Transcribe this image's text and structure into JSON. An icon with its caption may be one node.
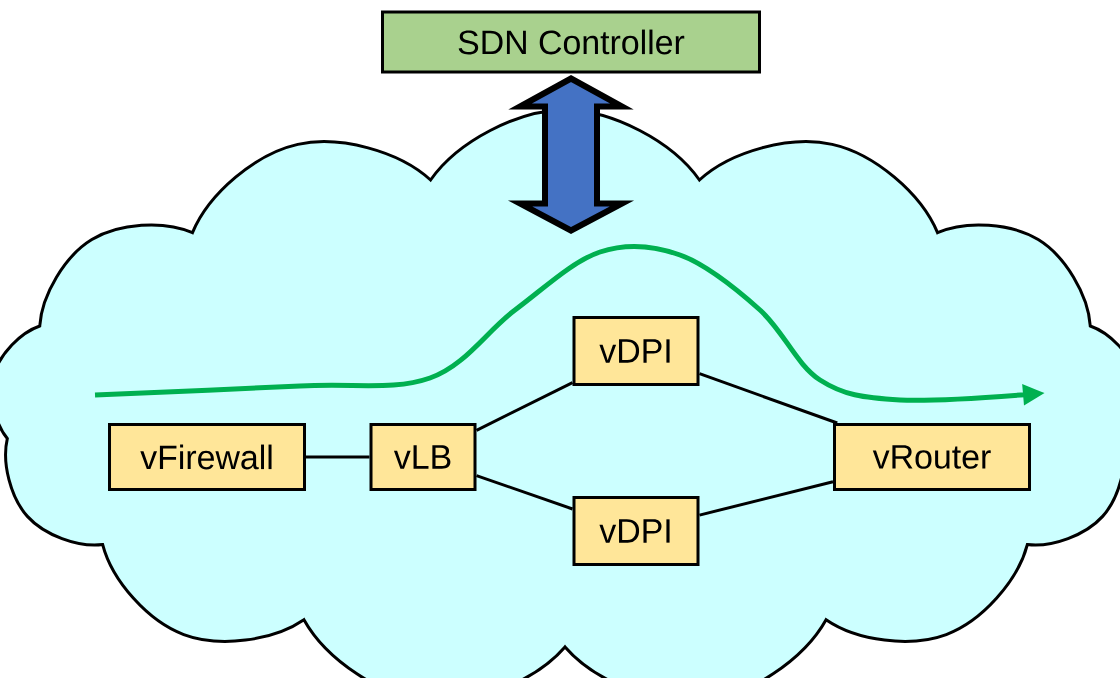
{
  "diagram": {
    "nodes": [
      {
        "text": [
          "SDN Controller"
        ]
      },
      {
        "text": [],
        "shape": "cloud"
      },
      {
        "text": [
          "vFirewall"
        ],
        "in": 1
      },
      {
        "text": [
          "vLB"
        ],
        "in": 1
      },
      {
        "text": [
          "vDPI"
        ],
        "in": 1
      },
      {
        "text": [
          "vDPI"
        ],
        "in": 1
      },
      {
        "text": [
          "vRouter"
        ],
        "in": 1
      }
    ],
    "edges": [
      {
        "from": 0,
        "to": 1,
        "arrow": "both",
        "style": "thick",
        "color": "#4472c4"
      },
      {
        "from": 2,
        "to": 3,
        "arrow": "none"
      },
      {
        "from": 3,
        "to": 4,
        "arrow": "none"
      },
      {
        "from": 3,
        "to": 5,
        "arrow": "none"
      },
      {
        "from": 4,
        "to": 6,
        "arrow": "none"
      },
      {
        "from": 5,
        "to": 6,
        "arrow": "none"
      }
    ]
  }
}
